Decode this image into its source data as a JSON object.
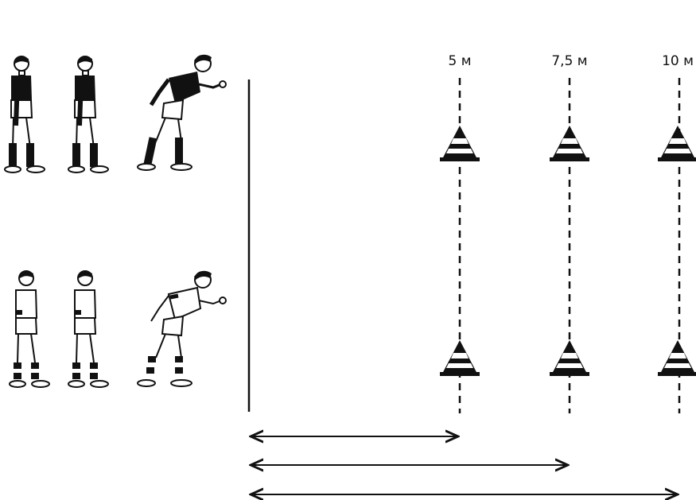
{
  "distances": [
    {
      "label": "5 м"
    },
    {
      "label": "7,5 м"
    },
    {
      "label": "10 м"
    }
  ],
  "teams": [
    {
      "kit": "dark",
      "jersey_color": "#111111",
      "players": 3
    },
    {
      "kit": "light",
      "jersey_color": "#ffffff",
      "players": 3
    }
  ],
  "colors": {
    "ink": "#111111",
    "paper": "#ffffff"
  }
}
